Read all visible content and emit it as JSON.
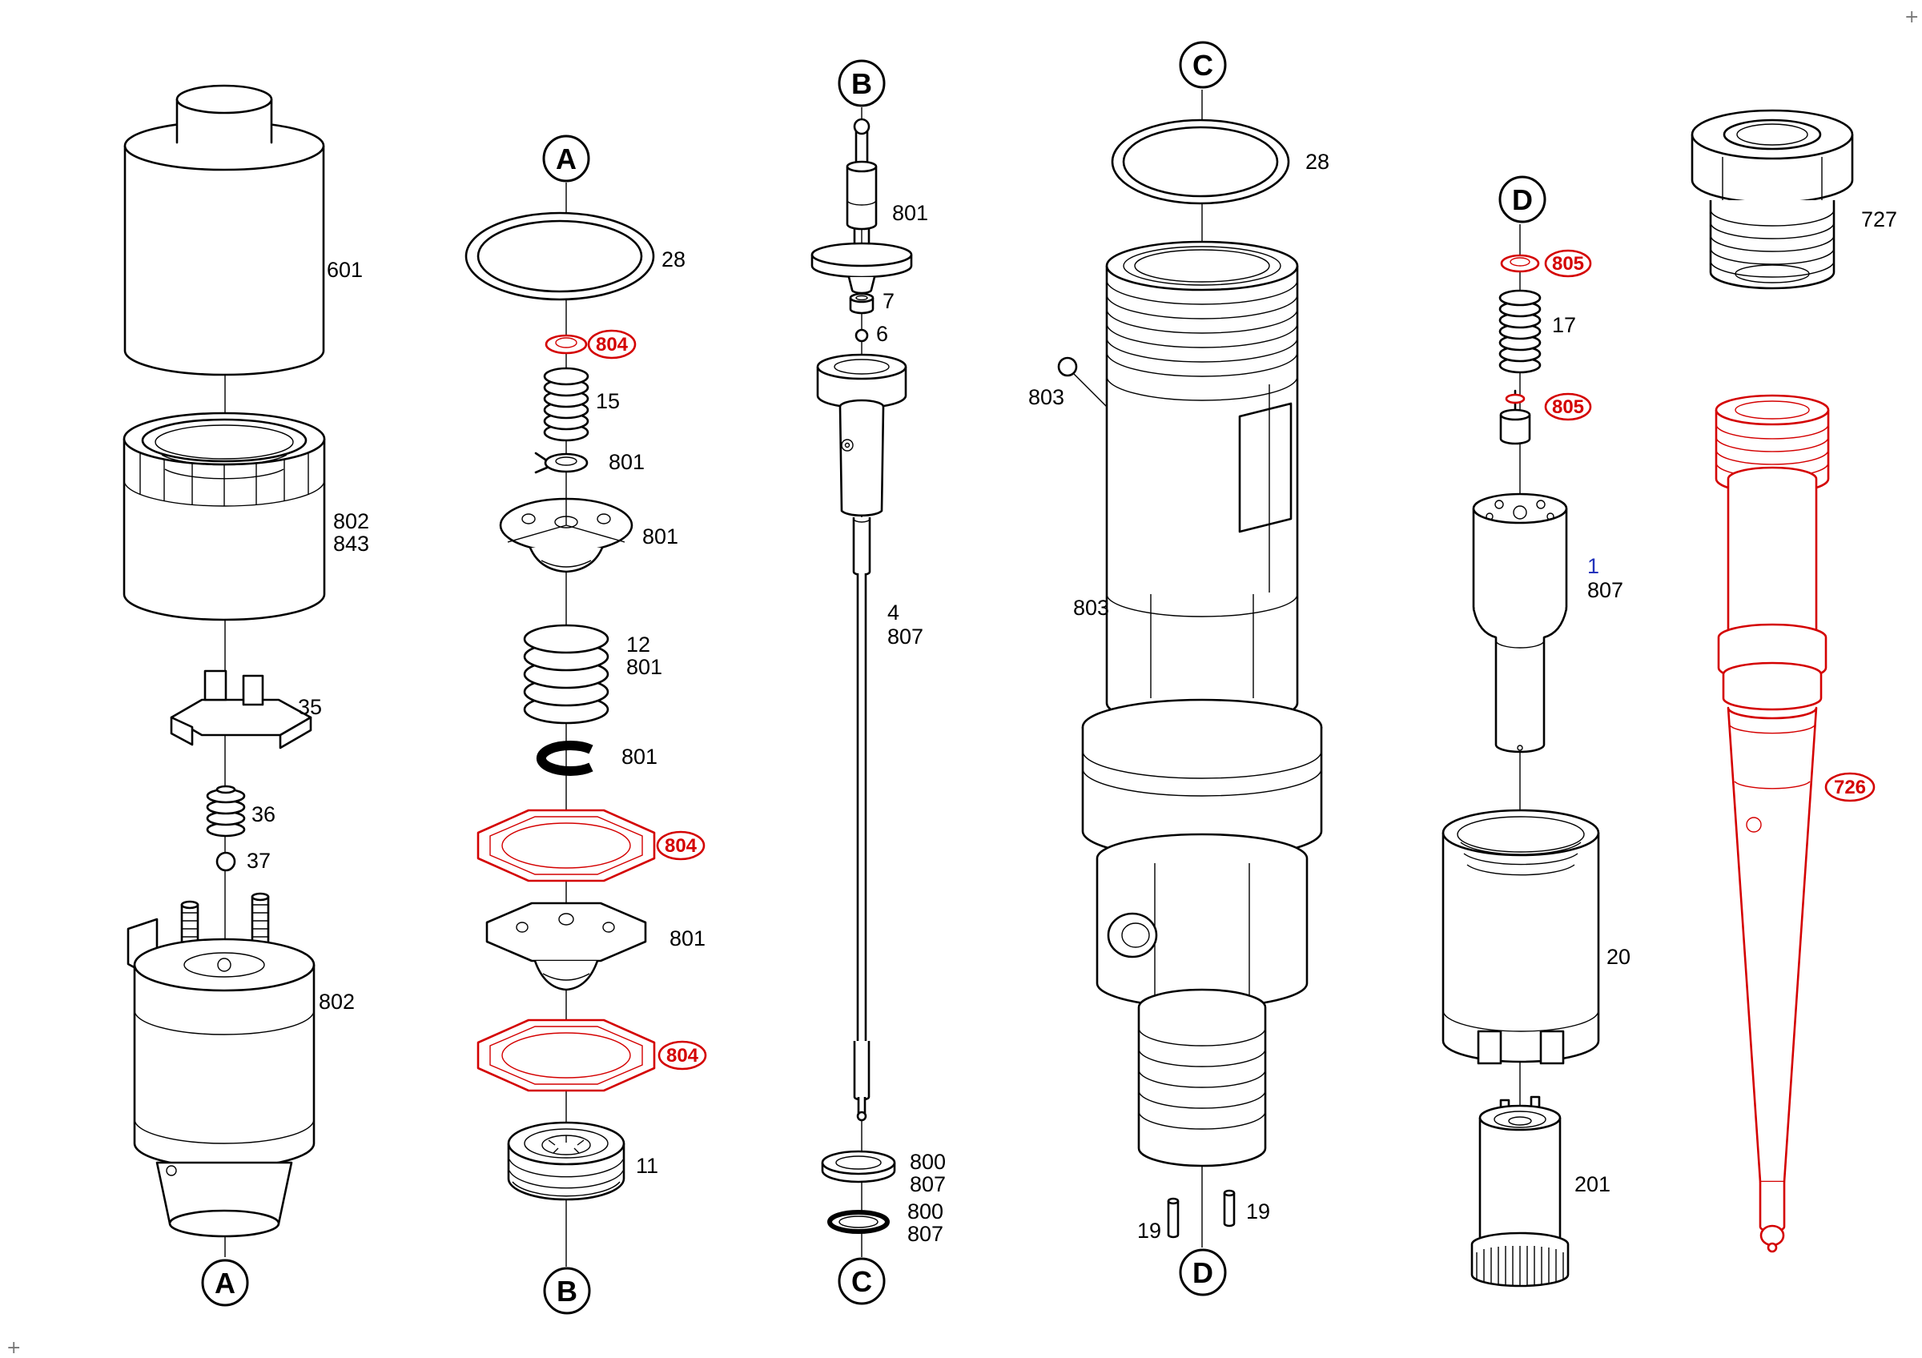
{
  "colors": {
    "line": "#000000",
    "accent_red": "#d40000",
    "accent_blue": "#2233bb",
    "background": "#ffffff"
  },
  "corner_marks": {
    "top_right": "+",
    "bottom_left": "+"
  },
  "groups": [
    {
      "name": "solenoid-assembly",
      "ref_bottom": "A",
      "parts": [
        {
          "name": "cap",
          "label": "601"
        },
        {
          "name": "magnet-nut",
          "label": "802",
          "label2": "843"
        },
        {
          "name": "clip",
          "label": "35"
        },
        {
          "name": "spring-small",
          "label": "36"
        },
        {
          "name": "ball",
          "label": "37"
        },
        {
          "name": "solenoid-body",
          "label": "802"
        }
      ]
    },
    {
      "name": "valve-stack",
      "ref_top": "A",
      "ref_bottom": "B",
      "parts": [
        {
          "name": "o-ring",
          "label": "28"
        },
        {
          "name": "seal-ring",
          "badge": "804"
        },
        {
          "name": "spring",
          "label": "15"
        },
        {
          "name": "washer",
          "label": "801"
        },
        {
          "name": "valve-plate",
          "label": "801"
        },
        {
          "name": "spring-large",
          "label": "12",
          "label2": "801"
        },
        {
          "name": "c-clip",
          "label": "801"
        },
        {
          "name": "gasket-octagon",
          "badge": "804"
        },
        {
          "name": "adapter-plate",
          "label": "801"
        },
        {
          "name": "gasket-octagon",
          "badge": "804"
        },
        {
          "name": "screw-plug",
          "label": "11"
        }
      ]
    },
    {
      "name": "control-valve",
      "ref_top": "B",
      "ref_bottom": "C",
      "parts": [
        {
          "name": "valve-pin",
          "label": "801"
        },
        {
          "name": "sleeve",
          "label": "7"
        },
        {
          "name": "ball",
          "label": "6"
        },
        {
          "name": "valve-body",
          "label": "4",
          "label2": "807"
        },
        {
          "name": "support-ring",
          "label": "800",
          "label2": "807"
        },
        {
          "name": "o-ring",
          "label": "800",
          "label2": "807"
        }
      ]
    },
    {
      "name": "injector-housing",
      "ref_top": "C",
      "ref_bottom": "D",
      "parts": [
        {
          "name": "o-ring",
          "label": "28"
        },
        {
          "name": "ball",
          "label": "803"
        },
        {
          "name": "housing-body",
          "label": "803"
        },
        {
          "name": "pin-left",
          "label": "19"
        },
        {
          "name": "pin-right",
          "label": "19"
        }
      ]
    },
    {
      "name": "nozzle-assembly",
      "ref_top": "D",
      "parts": [
        {
          "name": "seal-ring",
          "badge": "805"
        },
        {
          "name": "spring",
          "label": "17"
        },
        {
          "name": "pressure-pin-seal",
          "badge": "805"
        },
        {
          "name": "nozzle-holder",
          "label": "1",
          "label2": "807"
        },
        {
          "name": "nozzle-nut",
          "label": "20"
        },
        {
          "name": "sleeve",
          "label": "201"
        }
      ]
    },
    {
      "name": "spare-parts",
      "parts": [
        {
          "name": "union-fitting",
          "label": "727"
        },
        {
          "name": "injector-unit-red",
          "badge": "726"
        }
      ]
    }
  ]
}
